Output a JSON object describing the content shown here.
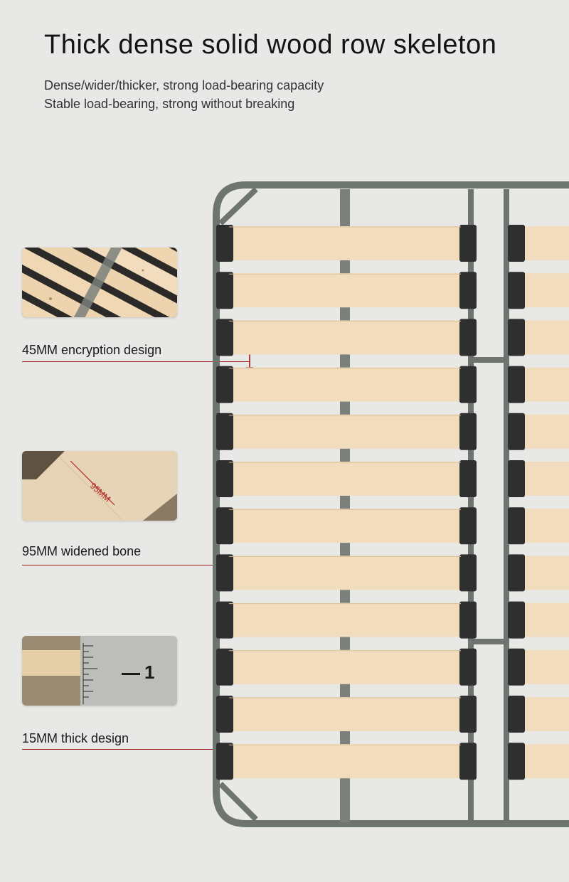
{
  "header": {
    "title": "Thick dense solid wood row skeleton",
    "subtitle_line1": "Dense/wider/thicker, strong load-bearing capacity",
    "subtitle_line2": "Stable load-bearing, strong without breaking"
  },
  "features": [
    {
      "label": "45MM encryption design",
      "icon": "slats-closeup-photo"
    },
    {
      "label": "95MM widened bone",
      "icon": "slat-width-photo",
      "dimension_text": "95MM"
    },
    {
      "label": "15MM thick design",
      "icon": "ruler-thickness-photo",
      "ruler_text": "1"
    }
  ],
  "colors": {
    "background": "#e8e8e6",
    "frame_steel": "#6e7570",
    "wood": "#f1dcbd",
    "cap": "#2e2f2e",
    "accent_red": "#a01818"
  }
}
